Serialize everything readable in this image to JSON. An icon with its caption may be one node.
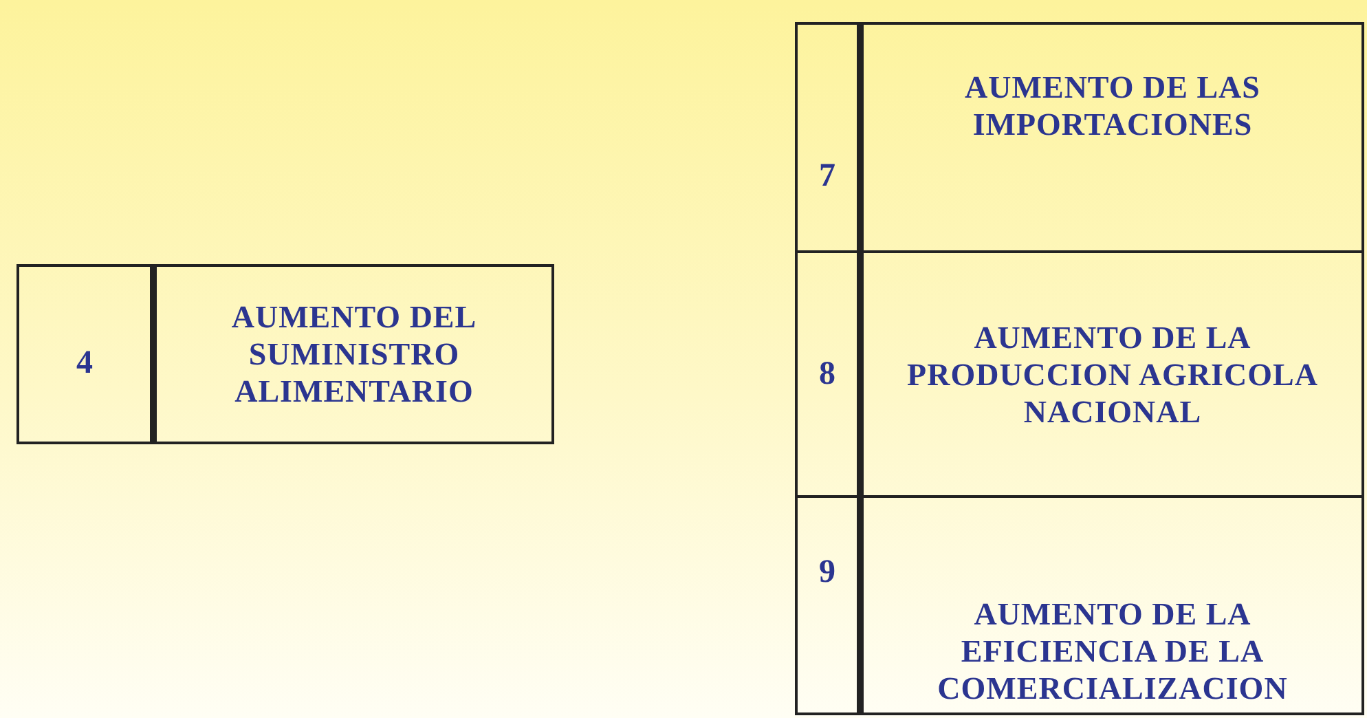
{
  "diagram": {
    "nodes": [
      {
        "text": [
          "4",
          "AUMENTO DEL SUMINISTRO ALIMENTARIO"
        ]
      },
      {
        "text": [
          "7",
          "AUMENTO DE LAS IMPORTACIONES"
        ]
      },
      {
        "text": [
          "8",
          "AUMENTO DE LA PRODUCCION AGRICOLA NACIONAL"
        ]
      },
      {
        "text": [
          "9",
          "AUMENTO DE LA EFICIENCIA DE LA COMERCIALIZACION"
        ]
      }
    ]
  }
}
